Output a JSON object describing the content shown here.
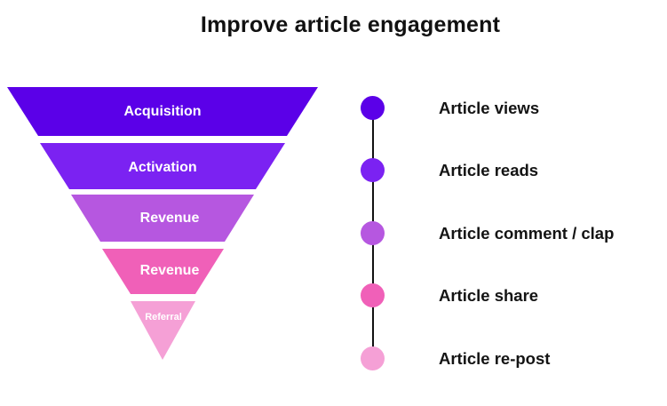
{
  "title": "Improve article engagement",
  "funnel": {
    "stages": [
      {
        "label": "Acquisition",
        "color": "#5b00e8"
      },
      {
        "label": "Activation",
        "color": "#7b22f2"
      },
      {
        "label": "Revenue",
        "color": "#b657e0"
      },
      {
        "label": "Revenue",
        "color": "#f060b8"
      },
      {
        "label": "Referral",
        "color": "#f5a0d6"
      }
    ]
  },
  "metrics": [
    {
      "label": "Article views",
      "color": "#5b00e8"
    },
    {
      "label": "Article reads",
      "color": "#7b22f2"
    },
    {
      "label": "Article comment / clap",
      "color": "#b657e0"
    },
    {
      "label": "Article share",
      "color": "#f060b8"
    },
    {
      "label": "Article re-post",
      "color": "#f5a0d6"
    }
  ]
}
